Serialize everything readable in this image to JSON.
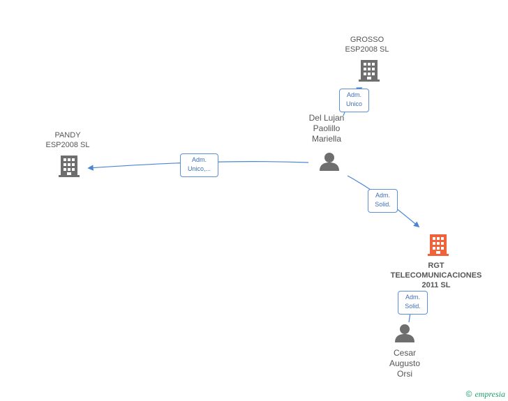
{
  "nodes": {
    "grosso": {
      "label_line1": "GROSSO",
      "label_line2": "ESP2008 SL",
      "icon": "building-icon",
      "color": "#6e6e6e"
    },
    "pandy": {
      "label_line1": "PANDY",
      "label_line2": "ESP2008 SL",
      "icon": "building-icon",
      "color": "#6e6e6e"
    },
    "del_lujan": {
      "label_line1": "Del Lujan",
      "label_line2": "Paolillo",
      "label_line3": "Mariella",
      "icon": "person-icon",
      "color": "#6e6e6e"
    },
    "rgt": {
      "label_line1": "RGT",
      "label_line2": "TELECOMUNICACIONES",
      "label_line3": "2011 SL",
      "icon": "building-icon",
      "color": "#f0623a"
    },
    "cesar": {
      "label_line1": "Cesar",
      "label_line2": "Augusto",
      "label_line3": "Orsi",
      "icon": "person-icon",
      "color": "#6e6e6e"
    }
  },
  "edges": {
    "to_grosso": {
      "line1": "Adm.",
      "line2": "Unico"
    },
    "to_pandy": {
      "line1": "Adm.",
      "line2": "Unico,..."
    },
    "to_rgt": {
      "line1": "Adm.",
      "line2": "Solid."
    },
    "cesar_rgt": {
      "line1": "Adm.",
      "line2": "Solid."
    }
  },
  "colors": {
    "edge": "#4a86d4"
  },
  "footer": {
    "copyright": "©",
    "brand": "empresia"
  }
}
